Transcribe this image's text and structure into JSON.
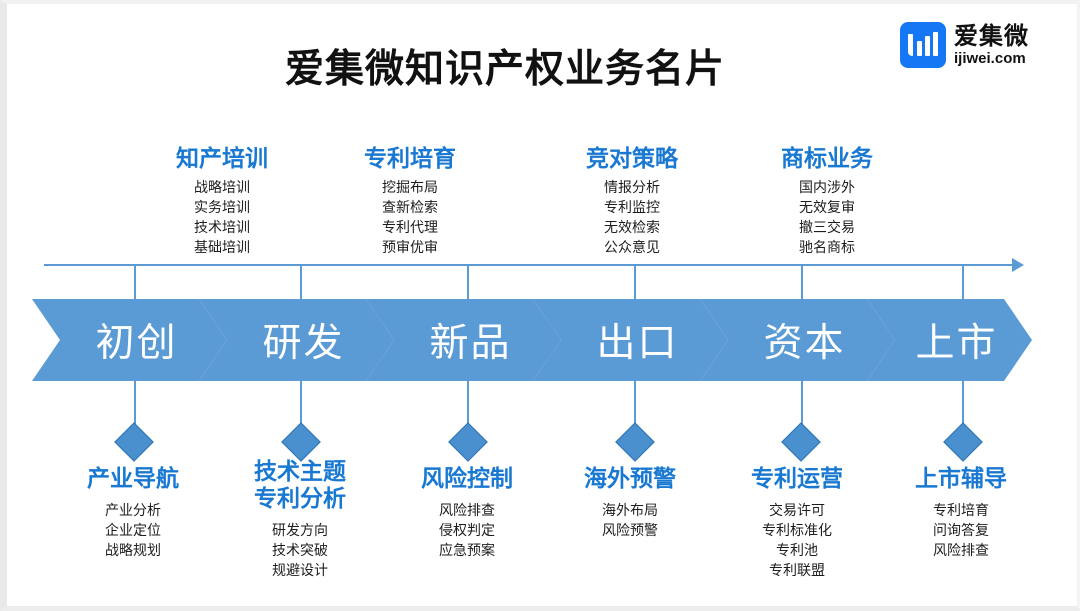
{
  "header": {
    "title": "爱集微知识产权业务名片",
    "logo": {
      "icon": "bar-chart-logo-icon",
      "brand_cn": "爱集微",
      "brand_en": "ijiwei.com",
      "color": "#1677f4"
    }
  },
  "theme": {
    "chevron_fill": "#5b9bd5",
    "accent_blue": "#1878d2",
    "axis_color": "#5b9bd5",
    "diamond_fill": "#4a90cf",
    "title_color": "#111111",
    "background": "#ffffff"
  },
  "timeline": {
    "axis_label": "stage-axis-arrow",
    "stages": [
      {
        "label": "初创"
      },
      {
        "label": "研发"
      },
      {
        "label": "新品"
      },
      {
        "label": "出口"
      },
      {
        "label": "资本"
      },
      {
        "label": "上市"
      }
    ]
  },
  "top_groups": [
    {
      "title": "知产培训",
      "items": [
        "战略培训",
        "实务培训",
        "技术培训",
        "基础培训"
      ]
    },
    {
      "title": "专利培育",
      "items": [
        "挖掘布局",
        "查新检索",
        "专利代理",
        "预审优审"
      ]
    },
    {
      "title": "竞对策略",
      "items": [
        "情报分析",
        "专利监控",
        "无效检索",
        "公众意见"
      ]
    },
    {
      "title": "商标业务",
      "items": [
        "国内涉外",
        "无效复审",
        "撤三交易",
        "驰名商标"
      ]
    }
  ],
  "bottom_groups": [
    {
      "title_line1": "产业导航",
      "title_line2": "",
      "items": [
        "产业分析",
        "企业定位",
        "战略规划"
      ]
    },
    {
      "title_line1": "技术主题",
      "title_line2": "专利分析",
      "items": [
        "研发方向",
        "技术突破",
        "规避设计"
      ]
    },
    {
      "title_line1": "风险控制",
      "title_line2": "",
      "items": [
        "风险排查",
        "侵权判定",
        "应急预案"
      ]
    },
    {
      "title_line1": "海外预警",
      "title_line2": "",
      "items": [
        "海外布局",
        "风险预警"
      ]
    },
    {
      "title_line1": "专利运营",
      "title_line2": "",
      "items": [
        "交易许可",
        "专利标准化",
        "专利池",
        "专利联盟"
      ]
    },
    {
      "title_line1": "上市辅导",
      "title_line2": "",
      "items": [
        "专利培育",
        "问询答复",
        "风险排查"
      ]
    }
  ]
}
